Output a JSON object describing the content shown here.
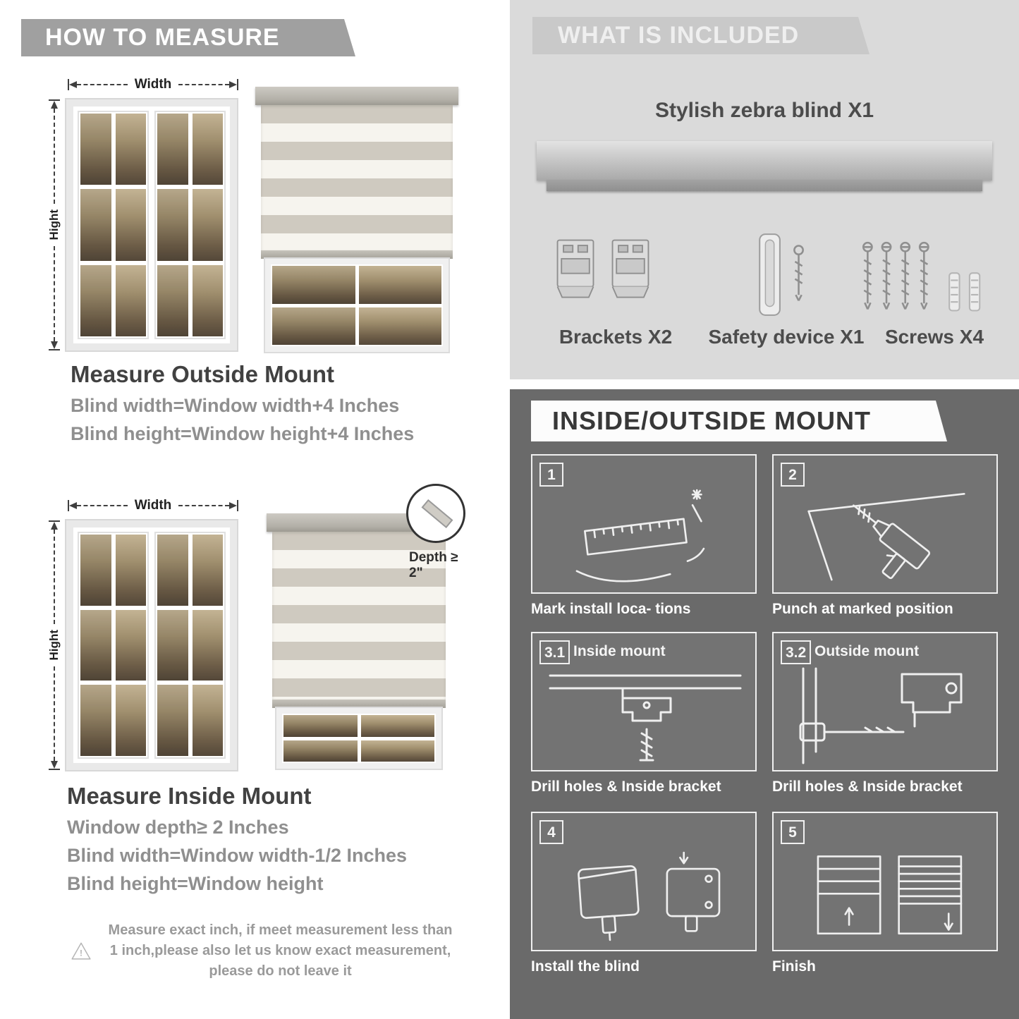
{
  "measure": {
    "header": "HOW TO MEASURE",
    "outside": {
      "width_label": "Width",
      "height_label": "Hight",
      "title": "Measure Outside Mount",
      "lines": [
        "Blind width=Window width+4 Inches",
        "Blind height=Window height+4 Inches"
      ]
    },
    "inside": {
      "width_label": "Width",
      "height_label": "Hight",
      "depth_label": "Depth ≥ 2\"",
      "title": "Measure Inside Mount",
      "lines": [
        "Window depth≥ 2 Inches",
        "Blind width=Window width-1/2 Inches",
        "Blind height=Window height"
      ]
    },
    "warning_mark": "!",
    "warning_text": "Measure exact inch, if meet measurement less than 1 inch,please also let us know exact measurement, please do not leave it"
  },
  "included": {
    "header": "WHAT IS INCLUDED",
    "blind_label": "Stylish zebra blind X1",
    "parts": [
      {
        "label": "Brackets X2"
      },
      {
        "label": "Safety device X1"
      },
      {
        "label": "Screws X4"
      }
    ]
  },
  "mount": {
    "header": "INSIDE/OUTSIDE MOUNT",
    "steps": [
      {
        "num": "1",
        "title": "",
        "caption": "Mark install loca- tions"
      },
      {
        "num": "2",
        "title": "",
        "caption": "Punch at  marked position"
      },
      {
        "num": "3.1",
        "title": "Inside mount",
        "caption": "Drill holes &  Inside bracket"
      },
      {
        "num": "3.2",
        "title": "Outside mount",
        "caption": "Drill holes &  Inside bracket"
      },
      {
        "num": "4",
        "title": "",
        "caption": "Install the blind"
      },
      {
        "num": "5",
        "title": "",
        "caption": "Finish"
      }
    ]
  },
  "colors": {
    "left_header_bar": "#a0a0a0",
    "included_panel": "#dadada",
    "mount_panel": "#6a6a6a",
    "title_text": "#414141",
    "body_text": "#8f8f8f"
  }
}
